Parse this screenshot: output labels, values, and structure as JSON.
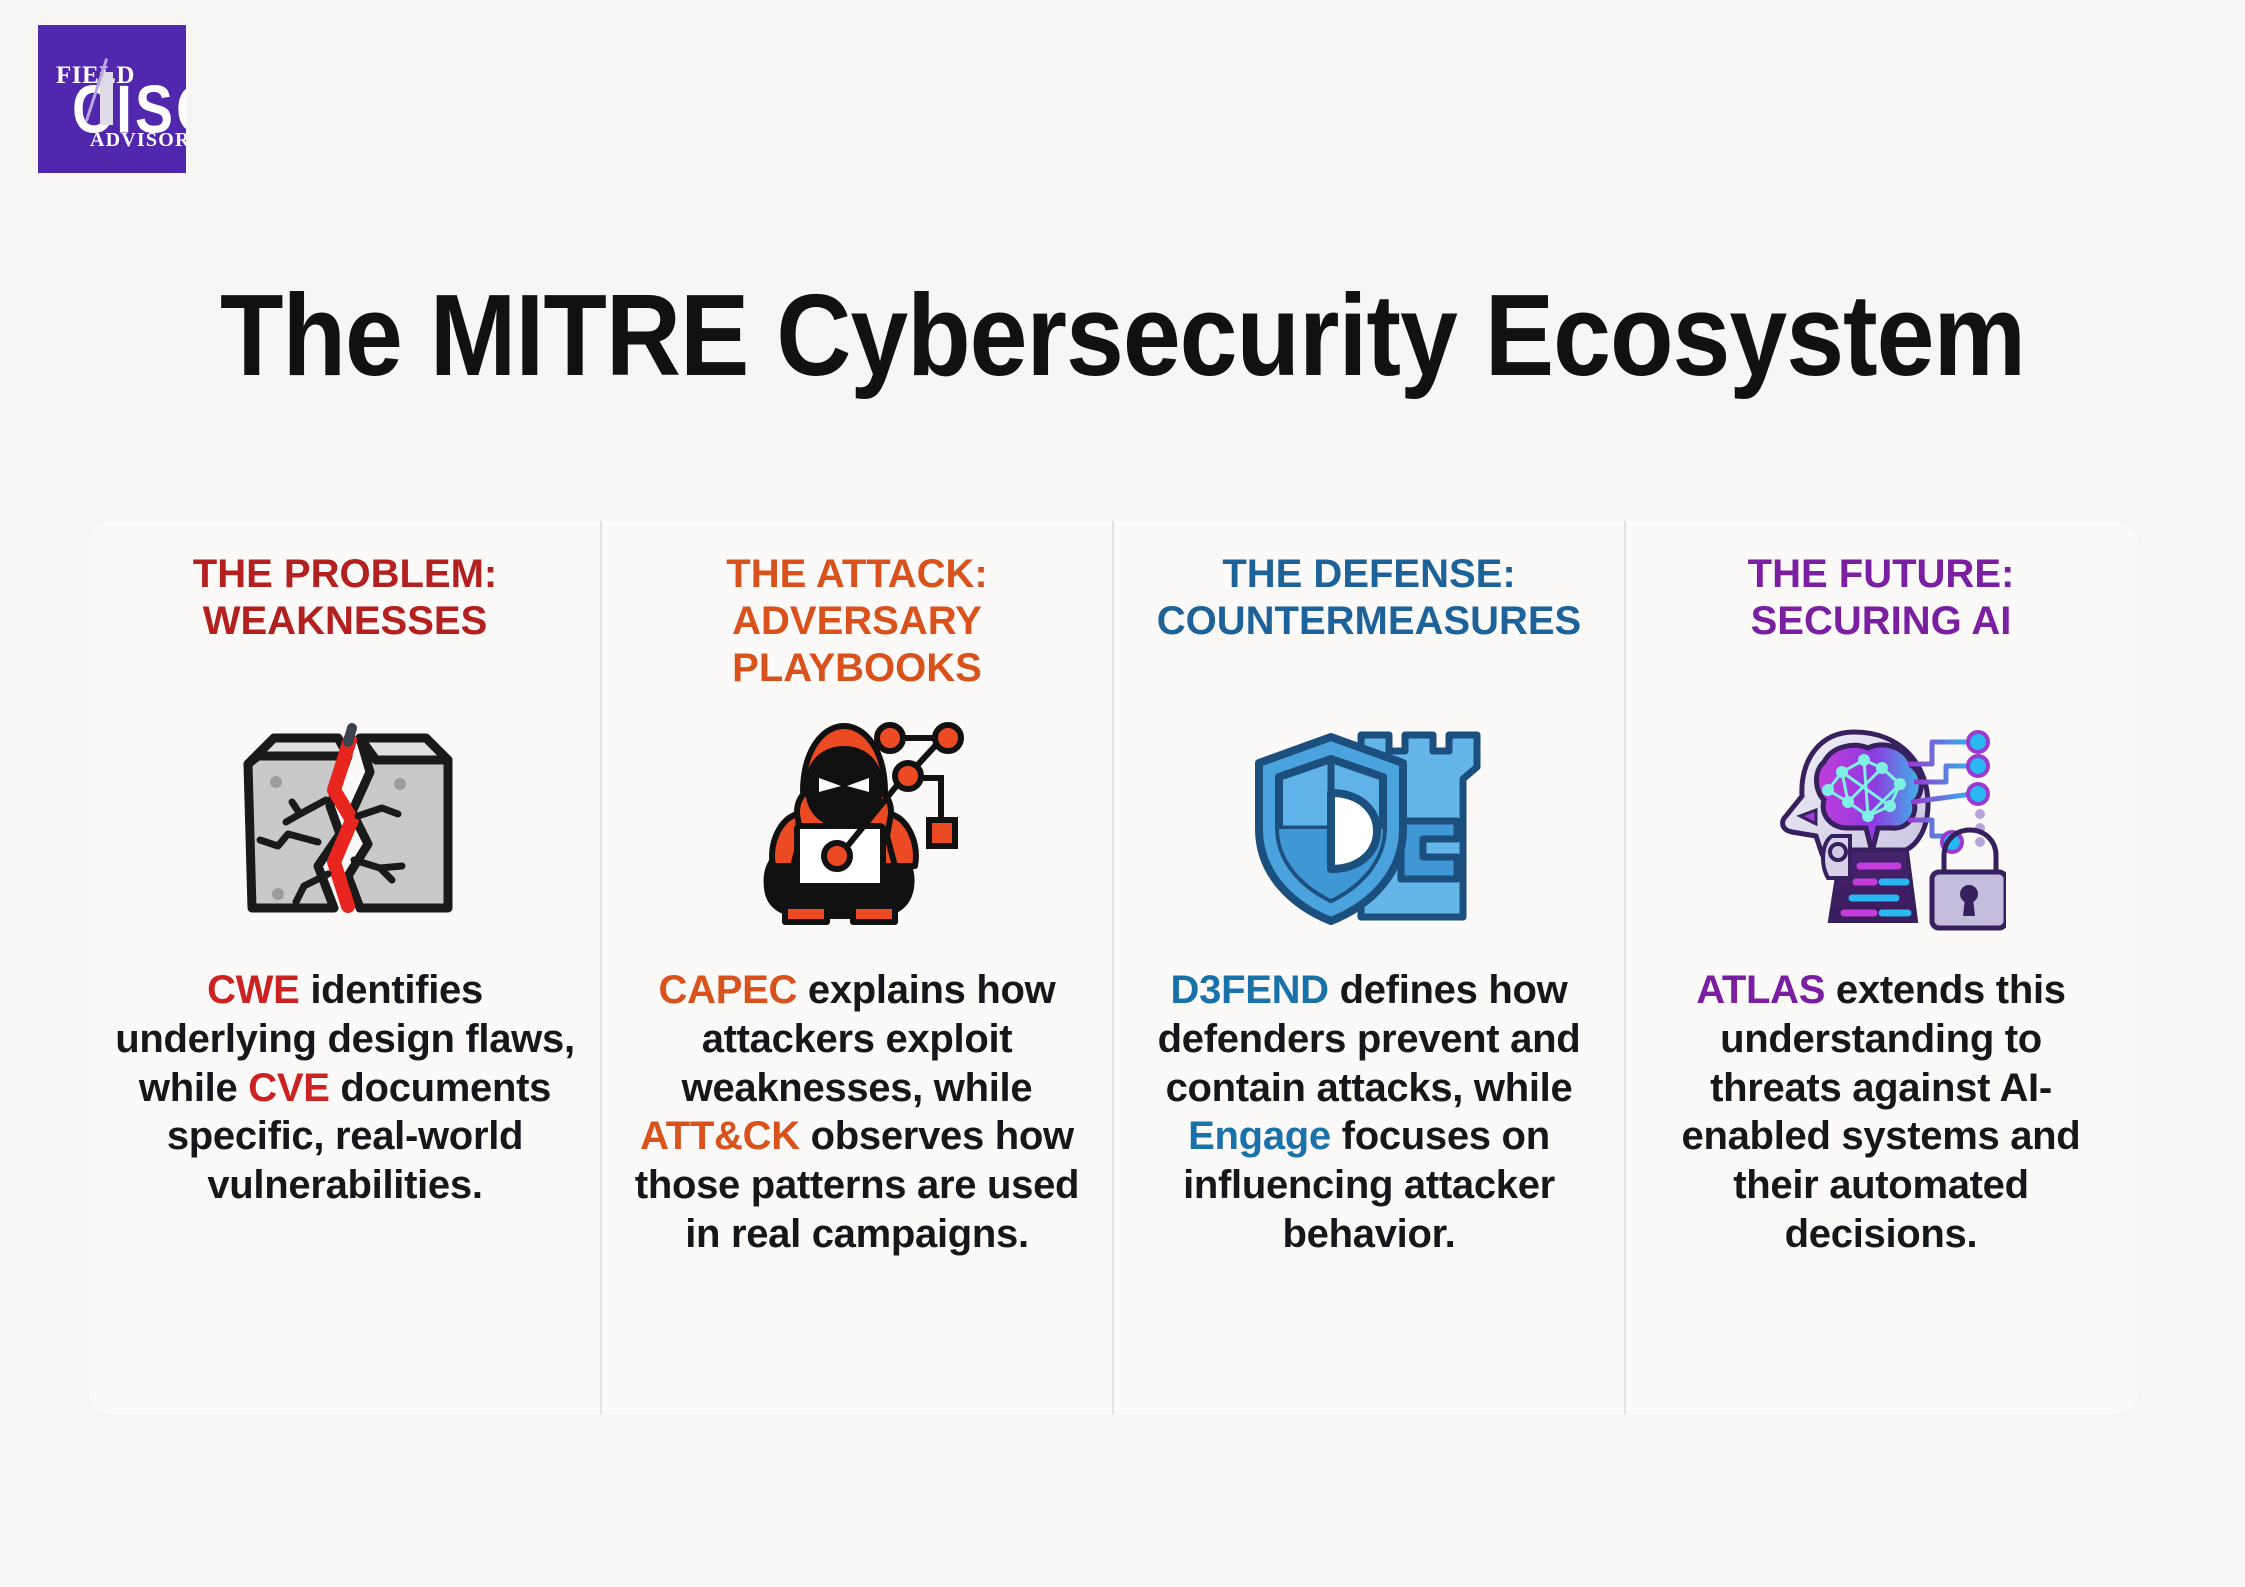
{
  "logo": {
    "line1": "FIELD",
    "line2": "CISO",
    "line3": "ADVISORY",
    "background_color": "#5127ae"
  },
  "header": {
    "title": "The MITRE Cybersecurity Ecosystem"
  },
  "columns": [
    {
      "id": "problem",
      "heading": "THE PROBLEM:\nWEAKNESSES",
      "heading_color": "#b32020",
      "icon": "cracked-wall-icon",
      "body_plain": "CWE identifies underlying design flaws, while CVE documents specific, real-world vulnerabilities.",
      "body_parts": [
        {
          "text": "CWE",
          "style": "kw-red"
        },
        {
          "text": " identifies underlying design flaws, while ",
          "style": ""
        },
        {
          "text": "CVE",
          "style": "kw-red"
        },
        {
          "text": " documents specific, real-world vulnerabilities.",
          "style": ""
        }
      ]
    },
    {
      "id": "attack",
      "heading": "THE ATTACK:\nADVERSARY\nPLAYBOOKS",
      "heading_color": "#d9521c",
      "icon": "hooded-hacker-icon",
      "body_plain": "CAPEC explains how attackers exploit weaknesses, while ATT&CK observes how those patterns are used in real campaigns.",
      "body_parts": [
        {
          "text": "CAPEC",
          "style": "kw-orange"
        },
        {
          "text": " explains how attackers exploit weaknesses, while ",
          "style": ""
        },
        {
          "text": "ATT&CK",
          "style": "kw-orange"
        },
        {
          "text": " observes how those patterns are used in real campaigns.",
          "style": ""
        }
      ]
    },
    {
      "id": "defense",
      "heading": "THE DEFENSE:\nCOUNTERMEASURES",
      "heading_color": "#1d6299",
      "icon": "shield-castle-icon",
      "body_plain": "D3FEND defines how defenders prevent and contain attacks, while Engage focuses on influencing attacker behavior.",
      "body_parts": [
        {
          "text": "D3FEND",
          "style": "kw-blue"
        },
        {
          "text": " defines how defenders prevent and contain attacks, while ",
          "style": ""
        },
        {
          "text": "Engage",
          "style": "kw-blue"
        },
        {
          "text": " focuses on influencing attacker behavior.",
          "style": ""
        }
      ]
    },
    {
      "id": "future",
      "heading": "THE FUTURE:\nSECURING AI",
      "heading_color": "#7b1fa2",
      "icon": "ai-brain-lock-icon",
      "body_plain": "ATLAS extends this understanding to threats against AI-enabled systems and their automated decisions.",
      "body_parts": [
        {
          "text": "ATLAS",
          "style": "kw-purple"
        },
        {
          "text": " extends this understanding to threats against AI-enabled systems and their automated decisions.",
          "style": ""
        }
      ]
    }
  ],
  "theme": {
    "page_background": "#f7f6f4",
    "card_background": "#fbfaf8",
    "divider_color": "#e2e1de",
    "title_color": "#111111",
    "body_text_color": "#16171a"
  }
}
